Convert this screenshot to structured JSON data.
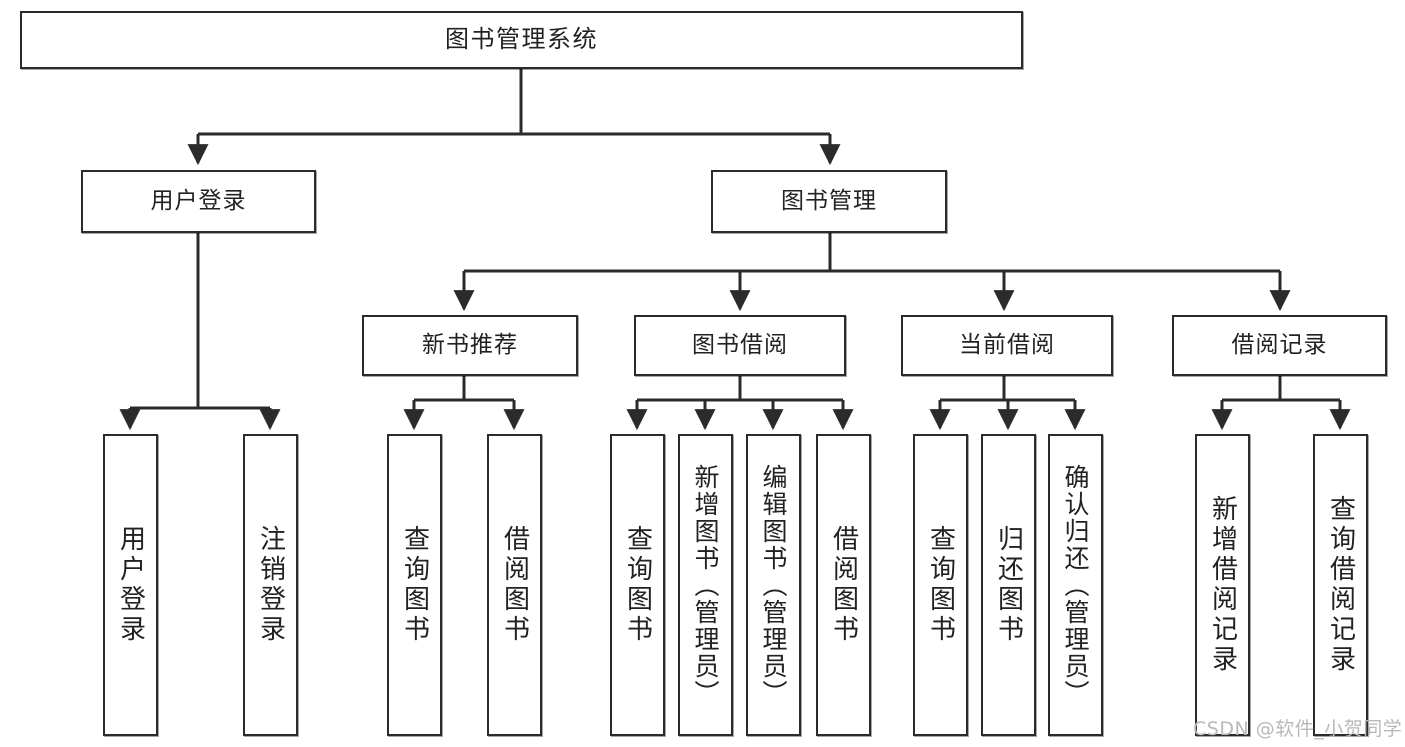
{
  "diagram": {
    "type": "tree-hierarchy",
    "title": "图书管理系统",
    "orientation": "top-down",
    "stroke_color": "#2b2b2b",
    "fill_color": "#ffffff",
    "text_color": "#222222"
  },
  "nodes": {
    "root": {
      "label": "图书管理系统",
      "level": 1
    },
    "user_login": {
      "label": "用户登录",
      "level": 2
    },
    "book_manage": {
      "label": "图书管理",
      "level": 2
    },
    "new_book_rec": {
      "label": "新书推荐",
      "level": 3
    },
    "book_borrow": {
      "label": "图书借阅",
      "level": 3
    },
    "current_borrow": {
      "label": "当前借阅",
      "level": 3
    },
    "borrow_record": {
      "label": "借阅记录",
      "level": 3
    },
    "leaf_user_login": {
      "label": "用户登录",
      "level": 4
    },
    "leaf_logout": {
      "label": "注销登录",
      "level": 4
    },
    "leaf_query_book_1": {
      "label": "查询图书",
      "level": 4
    },
    "leaf_borrow_book_1": {
      "label": "借阅图书",
      "level": 4
    },
    "leaf_query_book_2": {
      "label": "查询图书",
      "level": 4
    },
    "leaf_add_book": {
      "label": "新增图书（管理员）",
      "level": 4
    },
    "leaf_edit_book": {
      "label": "编辑图书（管理员）",
      "level": 4
    },
    "leaf_borrow_book_2": {
      "label": "借阅图书",
      "level": 4
    },
    "leaf_query_book_3": {
      "label": "查询图书",
      "level": 4
    },
    "leaf_return_book": {
      "label": "归还图书",
      "level": 4
    },
    "leaf_confirm_return": {
      "label": "确认归还（管理员）",
      "level": 4
    },
    "leaf_add_record": {
      "label": "新增借阅记录",
      "level": 4
    },
    "leaf_query_record": {
      "label": "查询借阅记录",
      "level": 4
    }
  },
  "edges": [
    {
      "from": "root",
      "to": "user_login"
    },
    {
      "from": "root",
      "to": "book_manage"
    },
    {
      "from": "user_login",
      "to": "leaf_user_login"
    },
    {
      "from": "user_login",
      "to": "leaf_logout"
    },
    {
      "from": "book_manage",
      "to": "new_book_rec"
    },
    {
      "from": "book_manage",
      "to": "book_borrow"
    },
    {
      "from": "book_manage",
      "to": "current_borrow"
    },
    {
      "from": "book_manage",
      "to": "borrow_record"
    },
    {
      "from": "new_book_rec",
      "to": "leaf_query_book_1"
    },
    {
      "from": "new_book_rec",
      "to": "leaf_borrow_book_1"
    },
    {
      "from": "book_borrow",
      "to": "leaf_query_book_2"
    },
    {
      "from": "book_borrow",
      "to": "leaf_add_book"
    },
    {
      "from": "book_borrow",
      "to": "leaf_edit_book"
    },
    {
      "from": "book_borrow",
      "to": "leaf_borrow_book_2"
    },
    {
      "from": "current_borrow",
      "to": "leaf_query_book_3"
    },
    {
      "from": "current_borrow",
      "to": "leaf_return_book"
    },
    {
      "from": "current_borrow",
      "to": "leaf_confirm_return"
    },
    {
      "from": "borrow_record",
      "to": "leaf_add_record"
    },
    {
      "from": "borrow_record",
      "to": "leaf_query_record"
    }
  ],
  "watermark": {
    "text": "CSDN @软件_小贺同学"
  }
}
